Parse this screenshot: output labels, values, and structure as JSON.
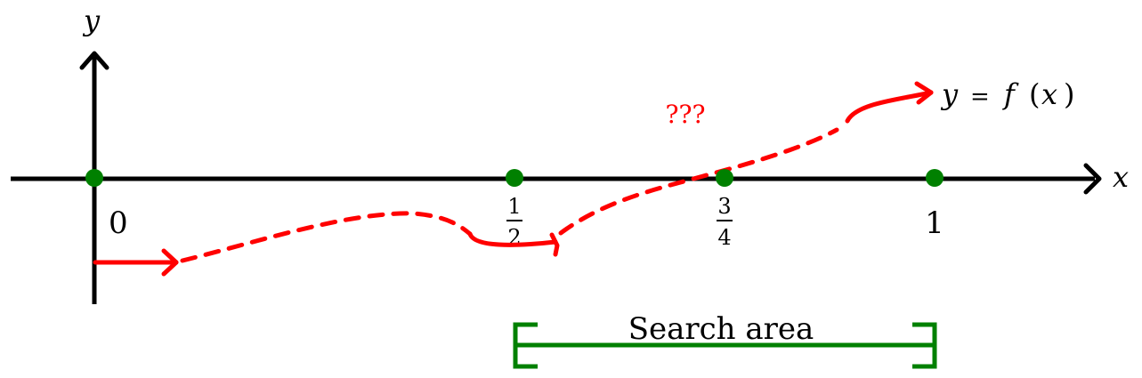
{
  "axes": {
    "x_label": "x",
    "y_label": "y"
  },
  "ticks": {
    "zero": "0",
    "half_num": "1",
    "half_den": "2",
    "three_quarter_num": "3",
    "three_quarter_den": "4",
    "one": "1"
  },
  "curve": {
    "label_y": "y",
    "label_eq": "=",
    "label_f": "f",
    "label_open": "(",
    "label_x": "x",
    "label_close": ")",
    "unknown": "???"
  },
  "search": {
    "label": "Search area"
  },
  "colors": {
    "axis": "#000000",
    "curve": "#ff0000",
    "point": "#008000",
    "search": "#008000"
  }
}
